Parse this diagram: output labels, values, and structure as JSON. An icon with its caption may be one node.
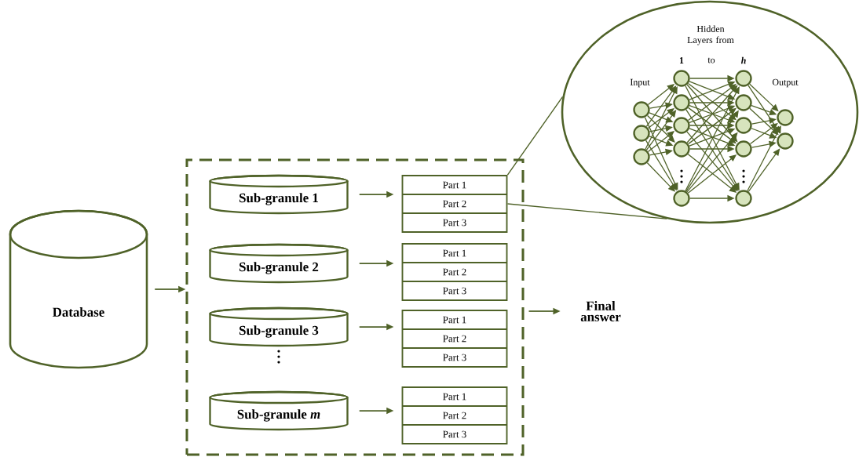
{
  "diagram": {
    "nodes": [
      {
        "text": [
          "Database"
        ]
      },
      {
        "text": [],
        "shape": "box"
      },
      {
        "text": [
          "Sub-granule 1"
        ],
        "in": 1
      },
      {
        "text": [
          "Sub-granule 2"
        ],
        "in": 1
      },
      {
        "text": [
          "Sub-granule 3"
        ],
        "in": 1
      },
      {
        "text": [
          "Sub-granule *m*"
        ],
        "in": 1
      },
      {
        "text": [
          "Part 1",
          "Part 2",
          "Part 3"
        ],
        "in": 1
      },
      {
        "text": [
          "Part 1",
          "Part 2",
          "Part 3"
        ],
        "in": 1
      },
      {
        "text": [
          "Part 1",
          "Part 2",
          "Part 3"
        ],
        "in": 1
      },
      {
        "text": [
          "Part 1",
          "Part 2",
          "Part 3"
        ],
        "in": 1
      },
      {
        "text": [
          "Final answer"
        ]
      },
      {
        "text": [
          "Hidden Layers from",
          "1",
          "to",
          "h",
          "Input",
          "Output"
        ]
      },
      {
        "text": [],
        "shape": "circle",
        "in": 11
      },
      {
        "text": [],
        "shape": "circle",
        "in": 11
      },
      {
        "text": [],
        "shape": "circle",
        "in": 11
      },
      {
        "text": [],
        "shape": "circle",
        "in": 11
      },
      {
        "text": [],
        "shape": "circle",
        "in": 11
      },
      {
        "text": [],
        "shape": "circle",
        "in": 11
      },
      {
        "text": [],
        "shape": "circle",
        "in": 11
      },
      {
        "text": [],
        "shape": "circle",
        "in": 11
      },
      {
        "text": [],
        "shape": "circle",
        "in": 11
      },
      {
        "text": [],
        "shape": "circle",
        "in": 11
      },
      {
        "text": [],
        "shape": "circle",
        "in": 11
      },
      {
        "text": [],
        "shape": "circle",
        "in": 11
      },
      {
        "text": [],
        "shape": "circle",
        "in": 11
      },
      {
        "text": [],
        "shape": "circle",
        "in": 11
      },
      {
        "text": [],
        "shape": "circle",
        "in": 11
      }
    ],
    "edges": [
      {
        "from": 0,
        "to": 1,
        "arrow": "to"
      },
      {
        "from": 2,
        "to": 6,
        "arrow": "to"
      },
      {
        "from": 3,
        "to": 7,
        "arrow": "to"
      },
      {
        "from": 4,
        "to": 8,
        "arrow": "to"
      },
      {
        "from": 5,
        "to": 9,
        "arrow": "to"
      },
      {
        "from": 1,
        "to": 10,
        "arrow": "to"
      },
      {
        "from": 6,
        "to": 11,
        "arrow": "none"
      },
      {
        "from": 6,
        "to": 11,
        "arrow": "none"
      },
      {
        "from": 12,
        "to": 15,
        "arrow": "to"
      },
      {
        "from": 12,
        "to": 16,
        "arrow": "to"
      },
      {
        "from": 12,
        "to": 17,
        "arrow": "to"
      },
      {
        "from": 12,
        "to": 18,
        "arrow": "to"
      },
      {
        "from": 12,
        "to": 19,
        "arrow": "to"
      },
      {
        "from": 13,
        "to": 15,
        "arrow": "to"
      },
      {
        "from": 13,
        "to": 16,
        "arrow": "to"
      },
      {
        "from": 13,
        "to": 17,
        "arrow": "to"
      },
      {
        "from": 13,
        "to": 18,
        "arrow": "to"
      },
      {
        "from": 13,
        "to": 19,
        "arrow": "to"
      },
      {
        "from": 14,
        "to": 15,
        "arrow": "to"
      },
      {
        "from": 14,
        "to": 16,
        "arrow": "to"
      },
      {
        "from": 14,
        "to": 17,
        "arrow": "to"
      },
      {
        "from": 14,
        "to": 18,
        "arrow": "to"
      },
      {
        "from": 14,
        "to": 19,
        "arrow": "to"
      },
      {
        "from": 15,
        "to": 20,
        "arrow": "to"
      },
      {
        "from": 15,
        "to": 21,
        "arrow": "to"
      },
      {
        "from": 15,
        "to": 22,
        "arrow": "to"
      },
      {
        "from": 15,
        "to": 23,
        "arrow": "to"
      },
      {
        "from": 15,
        "to": 24,
        "arrow": "to"
      },
      {
        "from": 16,
        "to": 20,
        "arrow": "to"
      },
      {
        "from": 16,
        "to": 21,
        "arrow": "to"
      },
      {
        "from": 16,
        "to": 22,
        "arrow": "to"
      },
      {
        "from": 16,
        "to": 23,
        "arrow": "to"
      },
      {
        "from": 16,
        "to": 24,
        "arrow": "to"
      },
      {
        "from": 17,
        "to": 20,
        "arrow": "to"
      },
      {
        "from": 17,
        "to": 21,
        "arrow": "to"
      },
      {
        "from": 17,
        "to": 22,
        "arrow": "to"
      },
      {
        "from": 17,
        "to": 23,
        "arrow": "to"
      },
      {
        "from": 17,
        "to": 24,
        "arrow": "to"
      },
      {
        "from": 18,
        "to": 20,
        "arrow": "to"
      },
      {
        "from": 18,
        "to": 21,
        "arrow": "to"
      },
      {
        "from": 18,
        "to": 22,
        "arrow": "to"
      },
      {
        "from": 18,
        "to": 23,
        "arrow": "to"
      },
      {
        "from": 18,
        "to": 24,
        "arrow": "to"
      },
      {
        "from": 19,
        "to": 20,
        "arrow": "to"
      },
      {
        "from": 19,
        "to": 21,
        "arrow": "to"
      },
      {
        "from": 19,
        "to": 22,
        "arrow": "to"
      },
      {
        "from": 19,
        "to": 23,
        "arrow": "to"
      },
      {
        "from": 19,
        "to": 24,
        "arrow": "to"
      },
      {
        "from": 20,
        "to": 25,
        "arrow": "to"
      },
      {
        "from": 20,
        "to": 26,
        "arrow": "to"
      },
      {
        "from": 21,
        "to": 25,
        "arrow": "to"
      },
      {
        "from": 21,
        "to": 26,
        "arrow": "to"
      },
      {
        "from": 22,
        "to": 25,
        "arrow": "to"
      },
      {
        "from": 22,
        "to": 26,
        "arrow": "to"
      },
      {
        "from": 23,
        "to": 25,
        "arrow": "to"
      },
      {
        "from": 23,
        "to": 26,
        "arrow": "to"
      },
      {
        "from": 24,
        "to": 25,
        "arrow": "to"
      },
      {
        "from": 24,
        "to": 26,
        "arrow": "to"
      }
    ]
  }
}
